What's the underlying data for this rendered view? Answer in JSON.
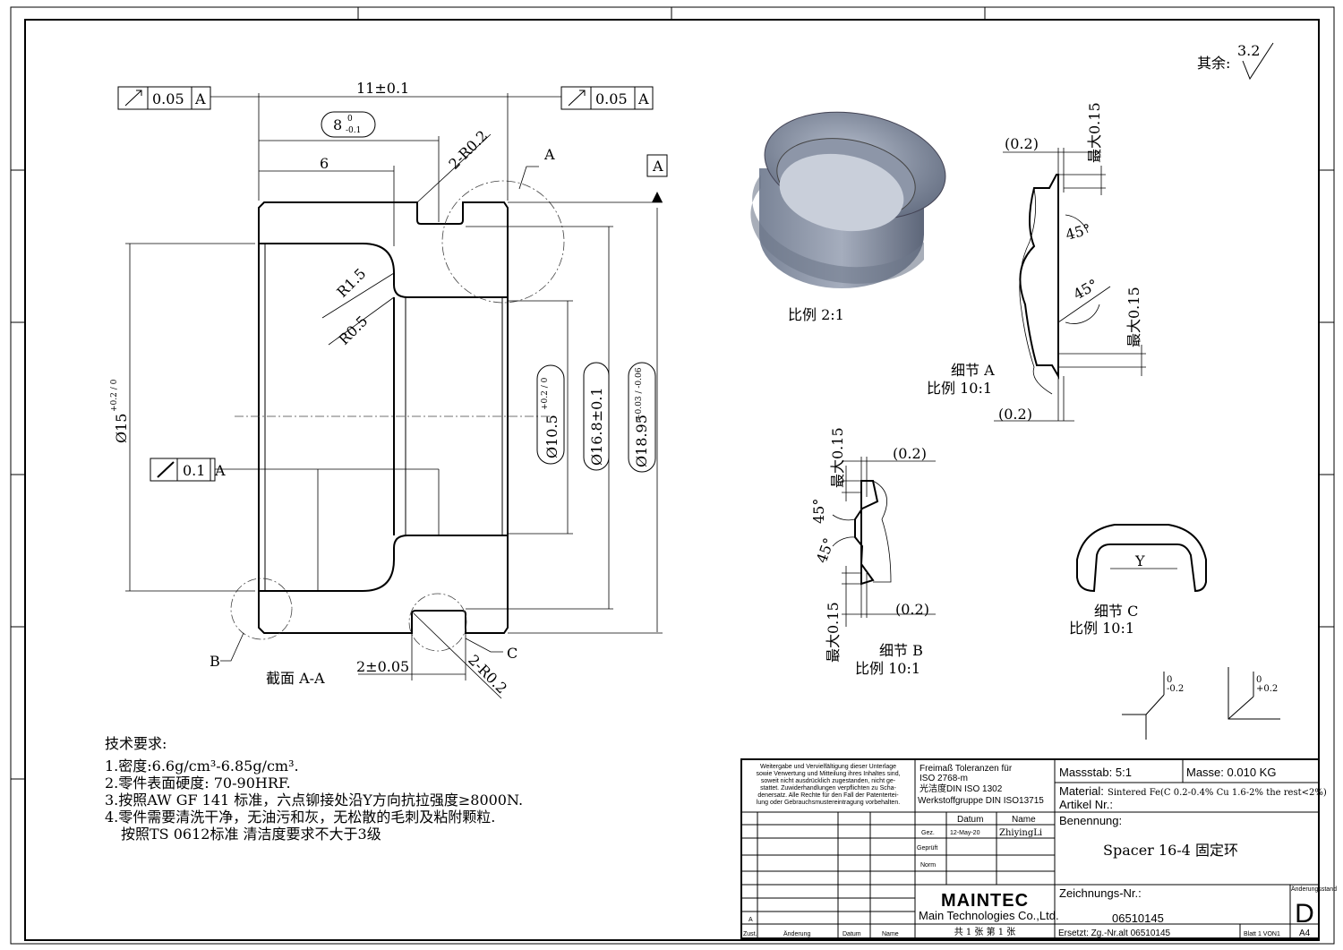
{
  "surface_note": {
    "label": "其余:",
    "value": "3.2"
  },
  "section": {
    "title": "截面 A-A",
    "runout_left": {
      "tol": "0.05",
      "datum": "A"
    },
    "runout_right": {
      "tol": "0.05",
      "datum": "A"
    },
    "runout_bore": {
      "tol": "0.1",
      "datum": "A"
    },
    "datum_label": "A",
    "dims": {
      "length": "11±0.1",
      "depth8": "8",
      "depth8_upper": "0",
      "depth8_lower": "-0.1",
      "depth6": "6",
      "groove_radius_top": "2-R0.2",
      "groove_radius_bottom": "2-R0.2",
      "fillet_r15": "R1.5",
      "fillet_r05": "R0.5",
      "dia15": "Ø15",
      "dia15_tol": "+0.2 / 0",
      "dia105": "Ø10.5",
      "dia105_tol": "+0.2 / 0",
      "dia168": "Ø16.8±0.1",
      "dia1895": "Ø18.95",
      "dia1895_tol": "+0.03 / -0.06",
      "groove_width": "2±0.05"
    },
    "detail_labels": {
      "a": "A",
      "b": "B",
      "c": "C"
    }
  },
  "iso_view": {
    "scale_label": "比例 2:1"
  },
  "detail_a": {
    "title": "细节 A",
    "scale": "比例 10:1",
    "d1": "(0.2)",
    "d2": "(0.2)",
    "max1": "最大0.15",
    "max2": "最大0.15",
    "ang1": "45°",
    "ang2": "45°"
  },
  "detail_b": {
    "title": "细节 B",
    "scale": "比例 10:1",
    "d1": "(0.2)",
    "d2": "(0.2)",
    "max1": "最大0.15",
    "max2": "最大0.15",
    "ang1": "45°",
    "ang2": "45°"
  },
  "detail_c": {
    "title": "细节 C",
    "scale": "比例 10:1",
    "y": "Y"
  },
  "edge_symbols": [
    {
      "upper": "0",
      "lower": "-0.2"
    },
    {
      "upper": "0",
      "lower": "+0.2"
    }
  ],
  "tech_requirements": {
    "title": "技术要求:",
    "items": [
      "1.密度:6.6g/cm³-6.85g/cm³.",
      "2.零件表面硬度: 70-90HRF.",
      "3.按照AW GF 141 标准，六点铆接处沿Y方向抗拉强度≥8000N.",
      "4.零件需要清洗干净，无油污和灰，无松散的毛刺及粘附颗粒.",
      "按照TS 0612标准 清洁度要求不大于3级"
    ]
  },
  "title_block": {
    "copyright": [
      "Weitergabe und Vervielfältigung dieser Unterlage",
      "sowie Verwertung und Mitteilung ihres Inhaltes sind,",
      "soweit nicht ausdrücklich zugestanden, nicht ge-",
      "stattet. Zuwiderhandlungen verpflichten zu Scha-",
      "denersatz. Alle Rechte für den Fall der Patentertei-",
      "lung oder Gebrauchsmustereintragung vorbehalten."
    ],
    "tolerances": [
      "Freimaß Toleranzen für",
      "ISO 2768-m",
      "光洁度DIN ISO 1302",
      "Werkstoffgruppe DIN ISO13715"
    ],
    "massstab": "Massstab: 5:1",
    "masse": "Masse: 0.010 KG",
    "material_label": "Material:",
    "material_value": "Sintered Fe(C 0.2-0.4% Cu 1.6-2% the rest<2%)",
    "artikel": "Artikel Nr.:",
    "benennung_label": "Benennung:",
    "benennung_value": "Spacer 16-4 固定环",
    "datum_header": "Datum",
    "name_header": "Name",
    "gez": "Gez.",
    "gez_date": "12-May-20",
    "gez_name": "ZhiyingLi",
    "geprueft": "Geprüft",
    "norm": "Norm",
    "logo": "MAINTEC",
    "company": "Main Technologies Co.,Ltd.",
    "sheets": "共 1 张 第 1 张",
    "zeichnungs_label": "Zeichnungs-Nr.:",
    "zeichnungs_value": "06510145",
    "ersetzt": "Ersetzt: Zg.-Nr.alt  06510145",
    "blatt": "Blatt 1 VON1",
    "format": "A4",
    "aenderungsstand_label": "Änderungsstand",
    "aenderungsstand_value": "D",
    "rev_letter": "A",
    "rev_headers": [
      "Zust.",
      "Änderung",
      "Datum",
      "Name"
    ]
  }
}
